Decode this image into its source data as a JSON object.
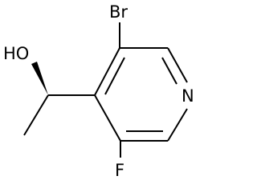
{
  "molecule": {
    "labels": {
      "hydroxyl": "HO",
      "bromine": "Br",
      "fluorine": "F",
      "nitrogen": "N"
    }
  }
}
